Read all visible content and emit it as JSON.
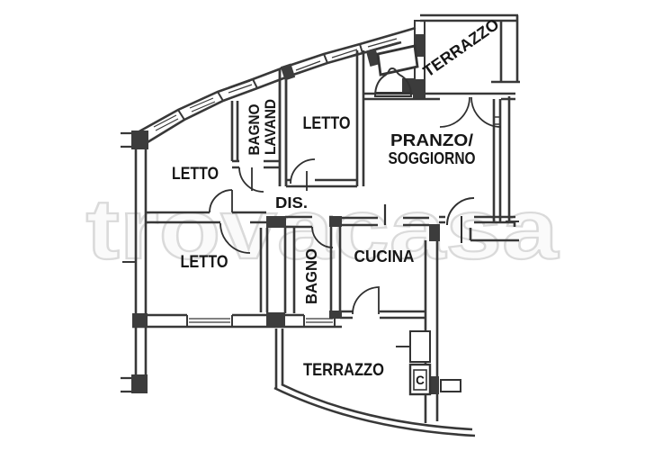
{
  "watermark": "trovacasa",
  "labels": {
    "letto_nw": "LETTO",
    "letto_n": "LETTO",
    "letto_sw": "LETTO",
    "bagno_lavanderia": [
      "BAGNO",
      "LAVAND"
    ],
    "dis": "DIS.",
    "pranzo_soggiorno": [
      "PRANZO/",
      "SOGGIORNO"
    ],
    "cucina": "CUCINA",
    "bagno": "BAGNO",
    "terrazzo_top": "TERRAZZO",
    "terrazzo_bottom": "TERRAZZO",
    "boiler": "C"
  },
  "colors": {
    "wall": "#383838",
    "label": "#161616",
    "watermark_stroke": "#d6d6d6",
    "background": "#ffffff"
  }
}
